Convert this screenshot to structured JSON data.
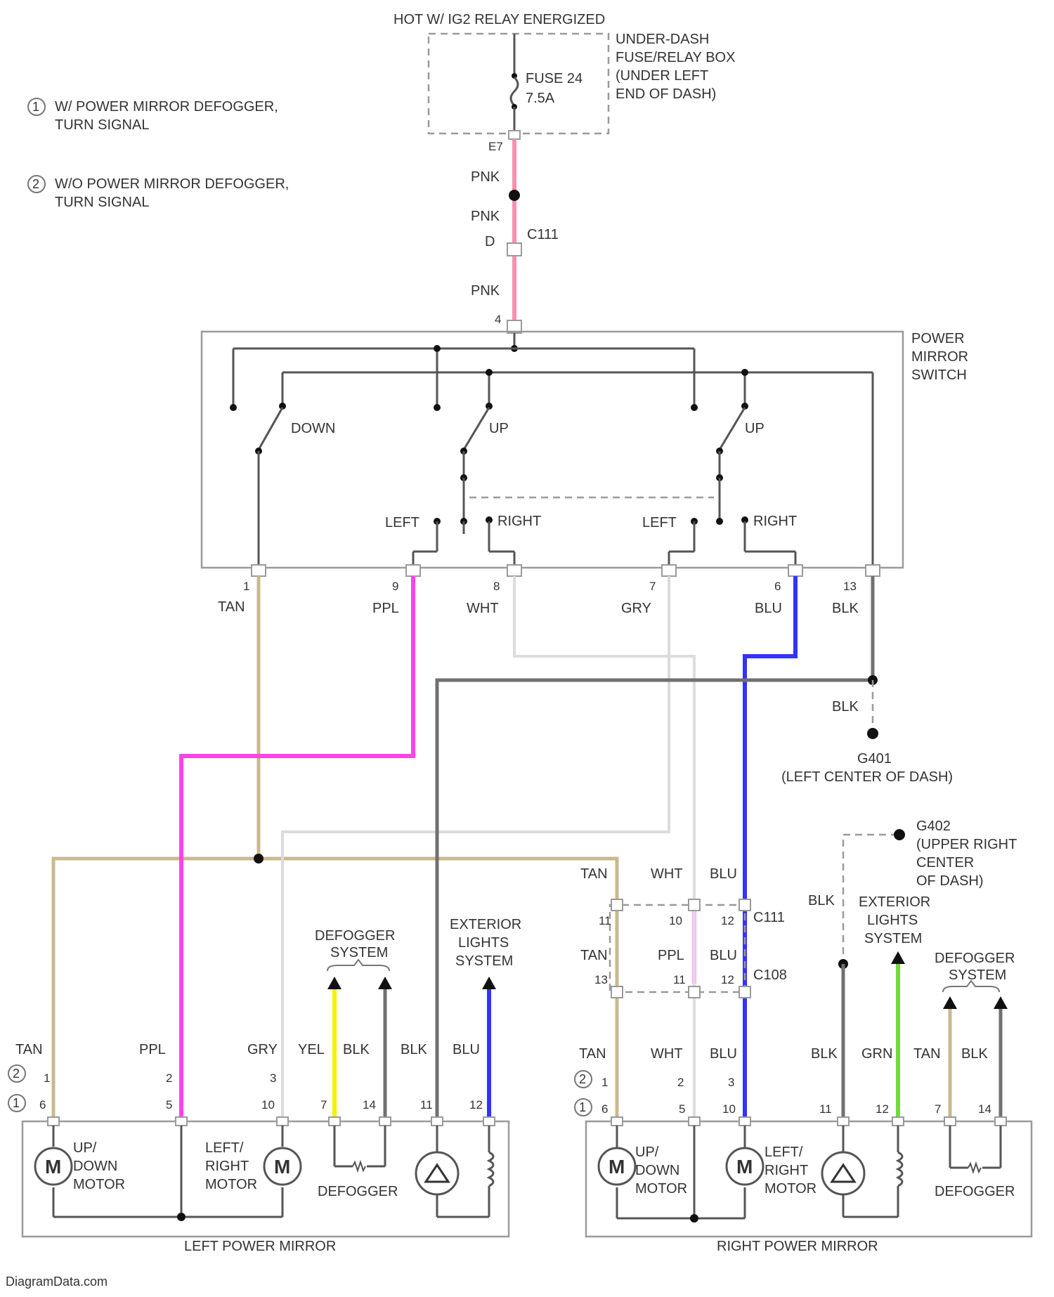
{
  "header": {
    "hot_label": "HOT W/ IG2 RELAY ENERGIZED",
    "fuse_box_label": [
      "UNDER-DASH",
      "FUSE/RELAY BOX",
      "(UNDER LEFT",
      "END OF DASH)"
    ],
    "fuse_label": [
      "FUSE 24",
      "7.5A"
    ],
    "fuse_pin": "E7"
  },
  "notes": {
    "note1_marker": "1",
    "note1_text": [
      "W/ POWER MIRROR DEFOGGER,",
      "TURN SIGNAL"
    ],
    "note2_marker": "2",
    "note2_text": [
      "W/O POWER MIRROR DEFOGGER,",
      "TURN SIGNAL"
    ]
  },
  "feed": {
    "wire1": "PNK",
    "wire2": "PNK",
    "connector_pin": "D",
    "connector_name": "C111",
    "wire3": "PNK",
    "switch_pin": "4"
  },
  "power_mirror_switch": {
    "label": [
      "POWER",
      "MIRROR",
      "SWITCH"
    ],
    "down_label": "DOWN",
    "up_label_1": "UP",
    "up_label_2": "UP",
    "left_label_1": "LEFT",
    "right_label_1": "RIGHT",
    "left_label_2": "LEFT",
    "right_label_2": "RIGHT",
    "pins": [
      {
        "pin": "1",
        "wire": "TAN"
      },
      {
        "pin": "9",
        "wire": "PPL"
      },
      {
        "pin": "8",
        "wire": "WHT"
      },
      {
        "pin": "7",
        "wire": "GRY"
      },
      {
        "pin": "6",
        "wire": "BLU"
      },
      {
        "pin": "13",
        "wire": "BLK"
      }
    ]
  },
  "grounds": {
    "g401_wire": "BLK",
    "g401_name": "G401",
    "g401_location": "(LEFT CENTER OF DASH)",
    "g402_name": "G402",
    "g402_location": [
      "(UPPER RIGHT",
      "CENTER",
      "OF DASH)"
    ]
  },
  "inline_connectors": {
    "c111_name": "C111",
    "c108_name": "C108",
    "top_wires": [
      "TAN",
      "WHT",
      "BLU"
    ],
    "top_pins": [
      "11",
      "10",
      "12"
    ],
    "bottom_wires": [
      "TAN",
      "PPL",
      "BLU"
    ],
    "bottom_pins": [
      "13",
      "11",
      "12"
    ]
  },
  "left_mirror": {
    "label": "LEFT POWER MIRROR",
    "defogger_system_label": [
      "DEFOGGER",
      "SYSTEM"
    ],
    "exterior_lights_label": [
      "EXTERIOR",
      "LIGHTS",
      "SYSTEM"
    ],
    "wires": [
      "TAN",
      "PPL",
      "GRY",
      "YEL",
      "BLK",
      "BLK",
      "BLU"
    ],
    "pins_note2": [
      "1",
      "2",
      "3"
    ],
    "pins_note1": [
      "6",
      "5",
      "10",
      "7",
      "14",
      "11",
      "12"
    ],
    "motor1_label": [
      "UP/",
      "DOWN",
      "MOTOR"
    ],
    "motor2_label": [
      "LEFT/",
      "RIGHT",
      "MOTOR"
    ],
    "defogger_label": "DEFOGGER",
    "motor_symbol": "M"
  },
  "right_mirror": {
    "label": "RIGHT POWER MIRROR",
    "defogger_system_label": [
      "DEFOGGER",
      "SYSTEM"
    ],
    "exterior_lights_label": [
      "EXTERIOR",
      "LIGHTS",
      "SYSTEM"
    ],
    "wires": [
      "TAN",
      "WHT",
      "BLU",
      "BLK",
      "GRN",
      "TAN",
      "BLK"
    ],
    "ground_wire": "BLK",
    "pins_note2": [
      "1",
      "2",
      "3"
    ],
    "pins_note1": [
      "6",
      "5",
      "10",
      "11",
      "12",
      "7",
      "14"
    ],
    "motor1_label": [
      "UP/",
      "DOWN",
      "MOTOR"
    ],
    "motor2_label": [
      "LEFT/",
      "RIGHT",
      "MOTOR"
    ],
    "defogger_label": "DEFOGGER",
    "motor_symbol": "M"
  },
  "footer": {
    "watermark": "DiagramData.com"
  },
  "colors": {
    "PNK": "#ff8fb0",
    "PPL": "#ff44e6",
    "BLU": "#3333ff",
    "TAN": "#c8b98e",
    "WHT": "#dddddd",
    "GRY": "#9a9a9a",
    "BLK": "#606060",
    "YEL": "#f2f200",
    "GRN": "#6fdc3a"
  }
}
